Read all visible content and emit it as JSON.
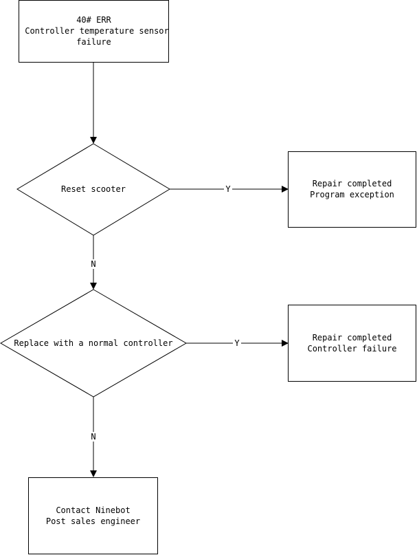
{
  "diagram": {
    "start": {
      "line1": "40# ERR",
      "line2": "Controller temperature sensor",
      "line3": "failure"
    },
    "decision1": {
      "text": "Reset scooter"
    },
    "result1": {
      "line1": "Repair completed",
      "line2": "Program exception"
    },
    "decision2": {
      "text": "Replace with a normal controller"
    },
    "result2": {
      "line1": "Repair completed",
      "line2": "Controller failure"
    },
    "final": {
      "line1": "Contact Ninebot",
      "line2": "Post sales engineer"
    },
    "labels": {
      "yes": "Y",
      "no": "N"
    }
  }
}
